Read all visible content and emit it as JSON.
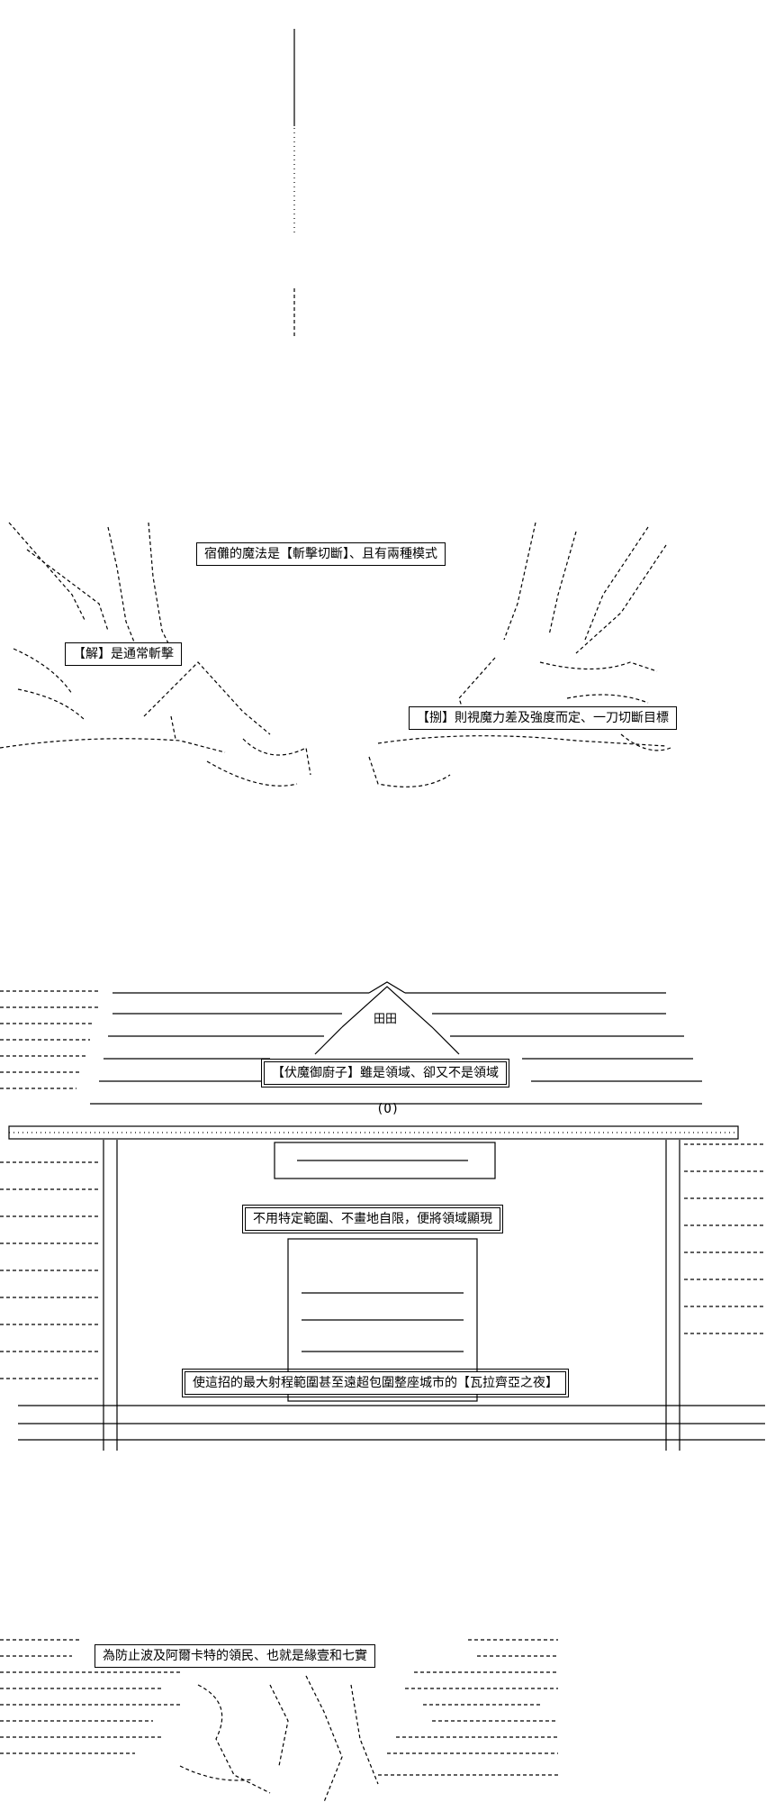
{
  "captions": {
    "shrine_magic": "宿儺的魔法是【斬擊切斷】、且有兩種模式",
    "kai": "【解】是通常斬擊",
    "hachi": "【捌】則視魔力差及強度而定、一刀切斷目標",
    "fukuma": "【伏魔御廚子】雖是領域、卻又不是領域",
    "no_barrier": "不用特定範圍、不畫地自限，便將領域顯現",
    "range": "使這招的最大射程範圍甚至遠超包圍整座城市的【瓦拉齊亞之夜】",
    "protect": "為防止波及阿爾卡特的領民、也就是緣壹和七實"
  },
  "art": {
    "shrine_sign": "田田",
    "shrine_mark": "(O)"
  }
}
